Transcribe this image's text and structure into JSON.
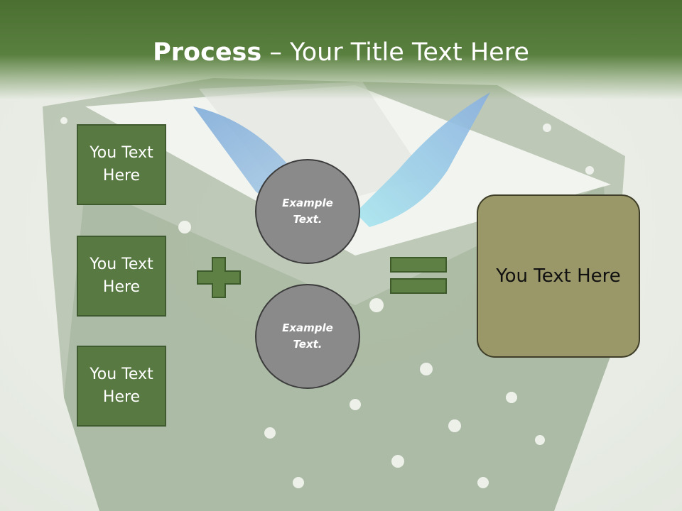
{
  "slide": {
    "title_bold": "Process",
    "title_rest": " – Your Title Text Here",
    "side_boxes": [
      "You Text Here",
      "You Text Here",
      "You Text Here"
    ],
    "circles": [
      "Example Text.",
      "Example Text."
    ],
    "result_box": "You Text Here"
  },
  "colors": {
    "header_green": "#4a6f30",
    "box_fill": "#587a42",
    "circle_fill": "#8a8a8a",
    "result_fill": "#9a9868",
    "operator_fill": "#5e8044"
  },
  "icons": [
    "butterfly-illustration",
    "plus-sign-icon",
    "equals-sign-icon"
  ]
}
